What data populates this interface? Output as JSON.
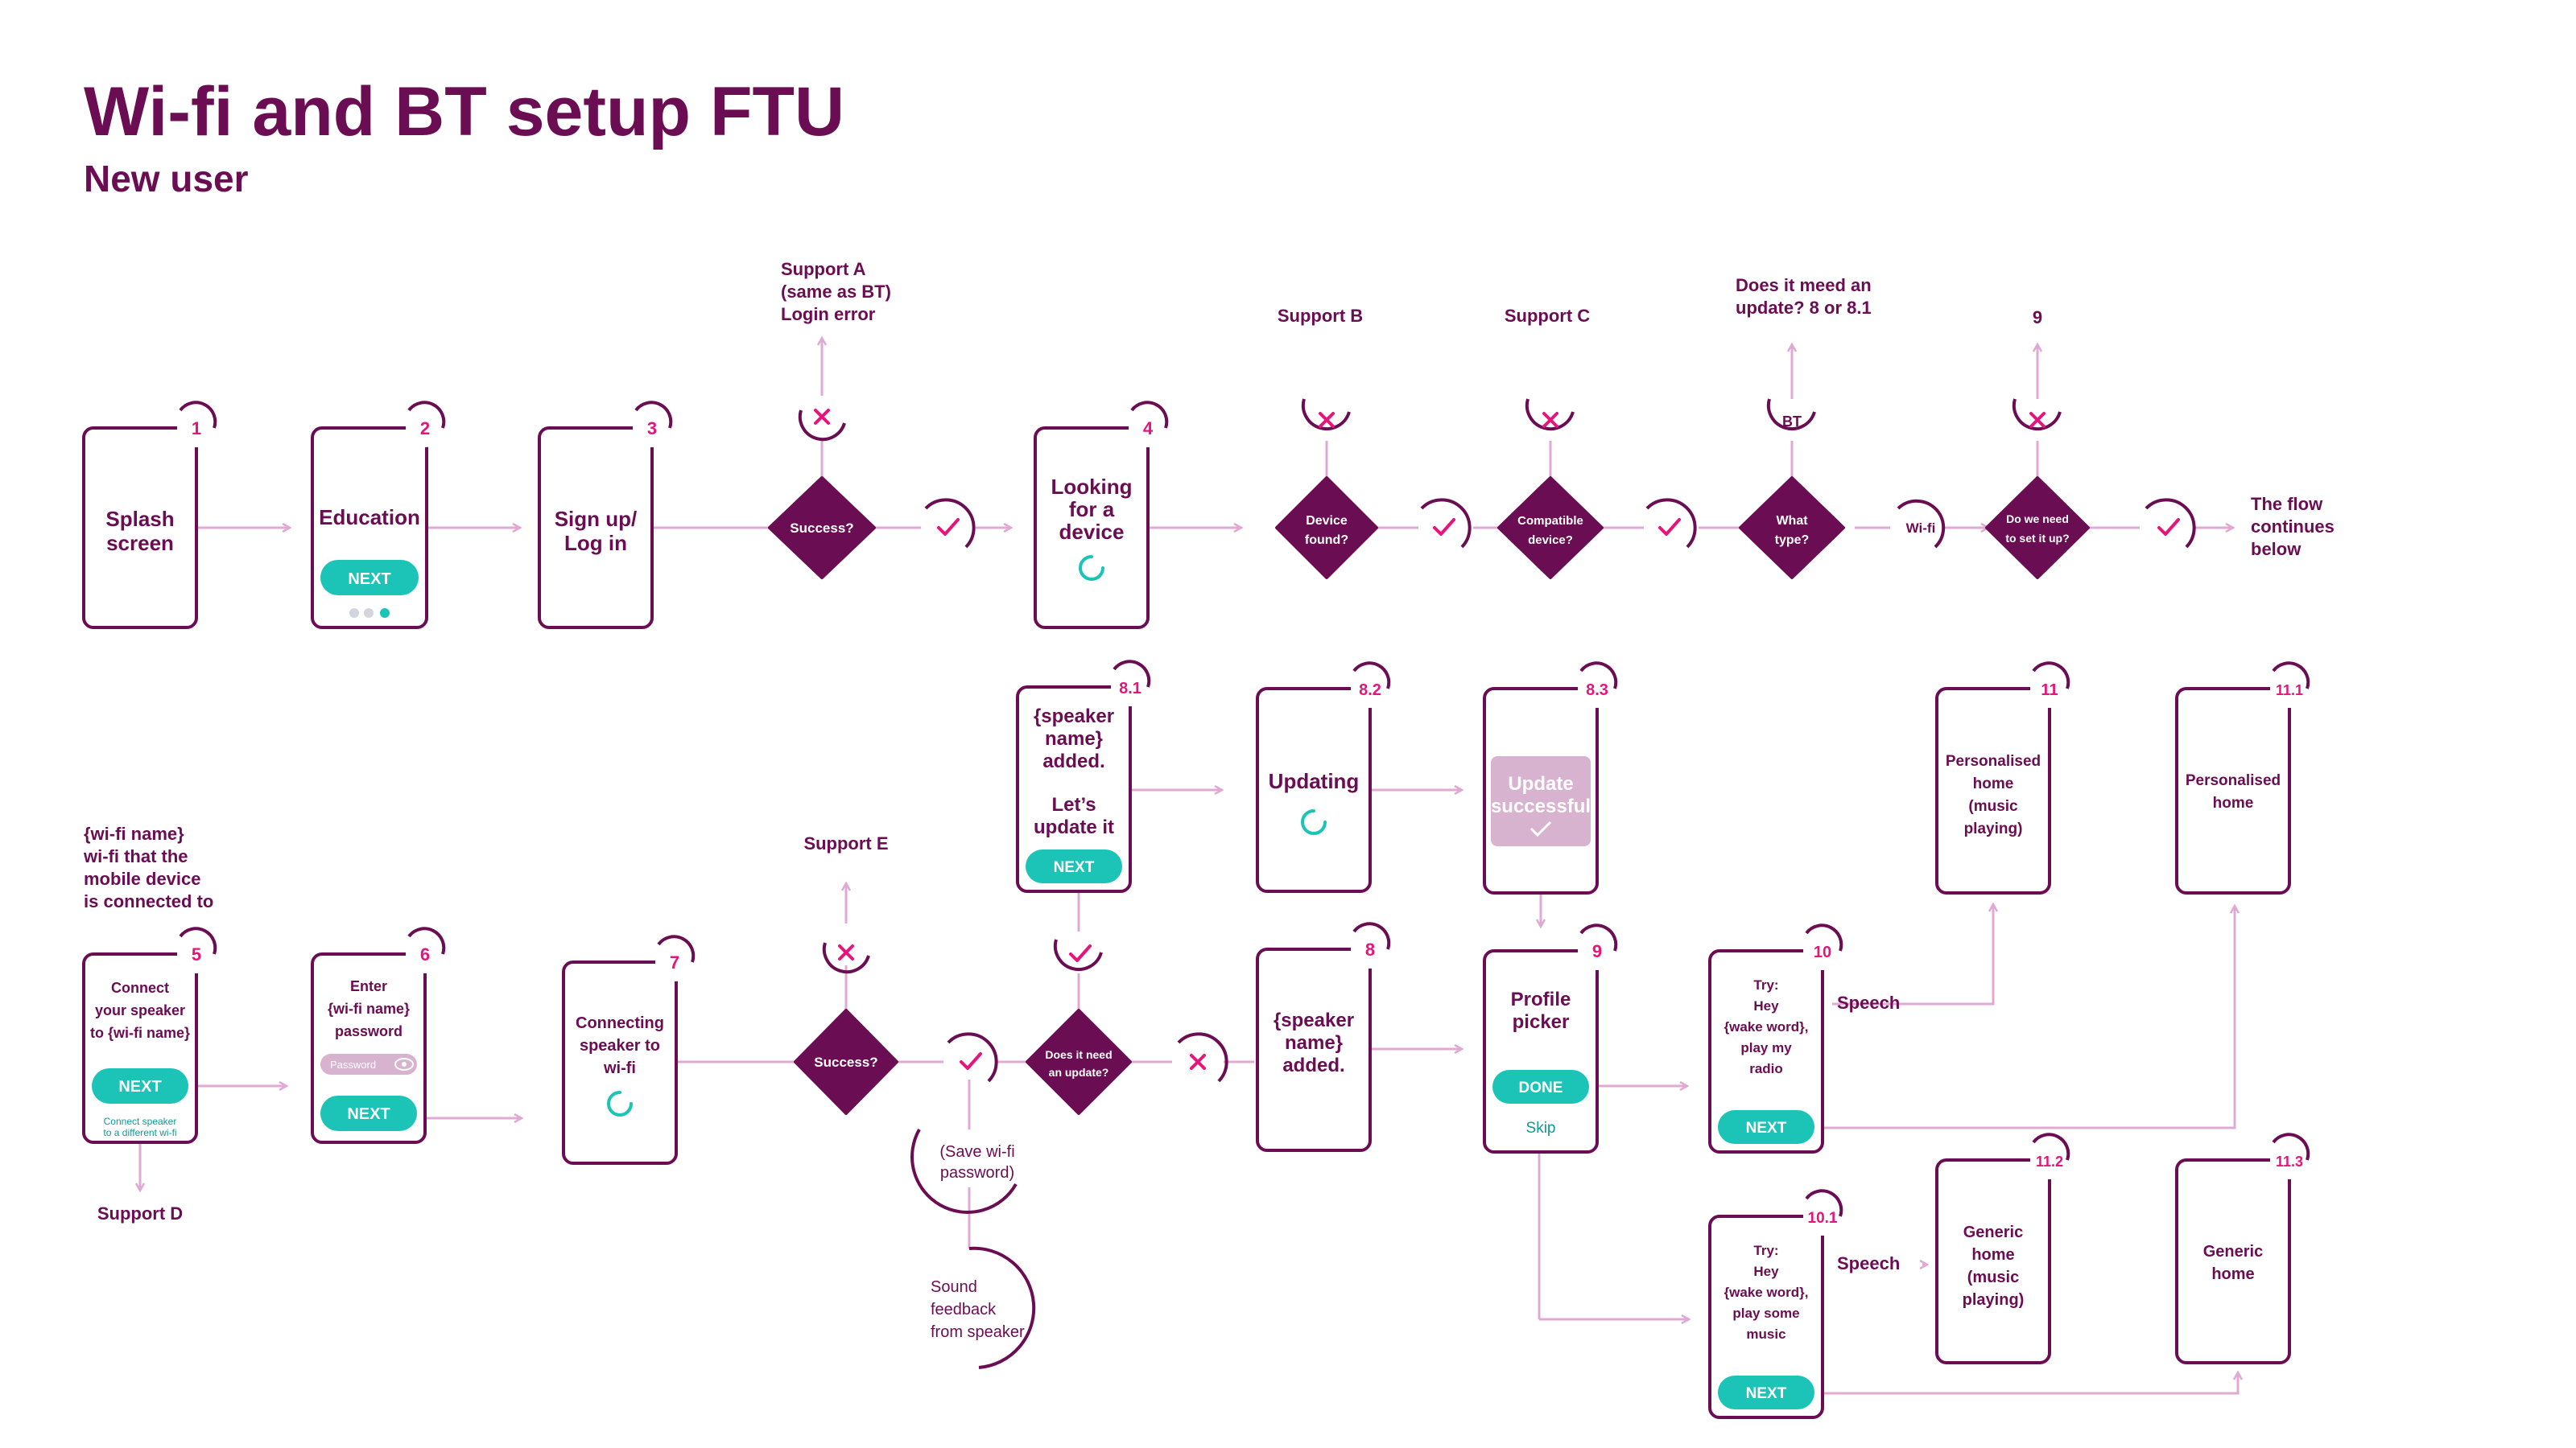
{
  "header": {
    "title": "Wi-fi and BT setup FTU",
    "subtitle": "New user"
  },
  "screens": {
    "s1": {
      "badge": "1",
      "l1": "Splash",
      "l2": "screen"
    },
    "s2": {
      "badge": "2",
      "l1": "Education",
      "btn": "NEXT"
    },
    "s3": {
      "badge": "3",
      "l1": "Sign up/",
      "l2": "Log in"
    },
    "s4": {
      "badge": "4",
      "l1": "Looking",
      "l2": "for a",
      "l3": "device"
    },
    "s5": {
      "badge": "5",
      "l1": "Connect",
      "l2": "your speaker",
      "l3": "to {wi-fi name}",
      "btn": "NEXT",
      "link1": "Connect speaker",
      "link2": "to a different wi-fi"
    },
    "s6": {
      "badge": "6",
      "l1": "Enter",
      "l2": "{wi-fi name}",
      "l3": "password",
      "field": "Password",
      "btn": "NEXT"
    },
    "s7": {
      "badge": "7",
      "l1": "Connecting",
      "l2": "speaker to",
      "l3": "wi-fi"
    },
    "s8": {
      "badge": "8",
      "l1": "{speaker",
      "l2": "name}",
      "l3": "added."
    },
    "s81": {
      "badge": "8.1",
      "l1": "{speaker",
      "l2": "name}",
      "l3": "added.",
      "l4": "Let’s",
      "l5": "update it",
      "btn": "NEXT"
    },
    "s82": {
      "badge": "8.2",
      "l1": "Updating"
    },
    "s83": {
      "badge": "8.3",
      "l1": "Update",
      "l2": "successful"
    },
    "s9": {
      "badge": "9",
      "l1": "Profile",
      "l2": "picker",
      "btn": "DONE",
      "skip": "Skip"
    },
    "s10": {
      "badge": "10",
      "l1": "Try:",
      "l2": "Hey",
      "l3": "{wake word},",
      "l4": "play my",
      "l5": "radio",
      "btn": "NEXT"
    },
    "s101": {
      "badge": "10.1",
      "l1": "Try:",
      "l2": "Hey",
      "l3": "{wake word},",
      "l4": "play some",
      "l5": "music",
      "btn": "NEXT"
    },
    "s11": {
      "badge": "11",
      "l1": "Personalised",
      "l2": "home",
      "l3": "(music",
      "l4": "playing)"
    },
    "s111": {
      "badge": "11.1",
      "l1": "Personalised",
      "l2": "home"
    },
    "s112": {
      "badge": "11.2",
      "l1": "Generic",
      "l2": "home",
      "l3": "(music",
      "l4": "playing)"
    },
    "s113": {
      "badge": "11.3",
      "l1": "Generic",
      "l2": "home"
    }
  },
  "decisions": {
    "d1": {
      "l1": "Success?"
    },
    "d2": {
      "l1": "Device",
      "l2": "found?"
    },
    "d3": {
      "l1": "Compatible",
      "l2": "device?"
    },
    "d4": {
      "l1": "What",
      "l2": "type?"
    },
    "d5": {
      "l1": "Do we need",
      "l2": "to set it up?"
    },
    "d6": {
      "l1": "Success?"
    },
    "d7": {
      "l1": "Does it need",
      "l2": "an update?"
    }
  },
  "circles": {
    "bt": "BT",
    "wifi": "Wi-fi"
  },
  "labels": {
    "supportA1": "Support A",
    "supportA2": "(same as BT)",
    "supportA3": "Login error",
    "supportB": "Support B",
    "supportC": "Support C",
    "update1": "Does it meed an",
    "update2": "update? 8 or 8.1",
    "nine": "9",
    "cont1": "The flow",
    "cont2": "continues",
    "cont3": "below",
    "wifiname1": "{wi-fi name}",
    "wifiname2": "wi-fi that the",
    "wifiname3": "mobile device",
    "wifiname4": "is connected to",
    "supportD": "Support D",
    "supportE": "Support E",
    "save1": "(Save wi-fi",
    "save2": "password)",
    "sound1": "Sound",
    "sound2": "feedback",
    "sound3": "from speaker",
    "speech1": "Speech",
    "speech2": "Speech"
  },
  "colors": {
    "primary": "#6b0d52",
    "accent": "#e6147b",
    "teal": "#1bc4b7",
    "connector": "#e0a9d3"
  }
}
